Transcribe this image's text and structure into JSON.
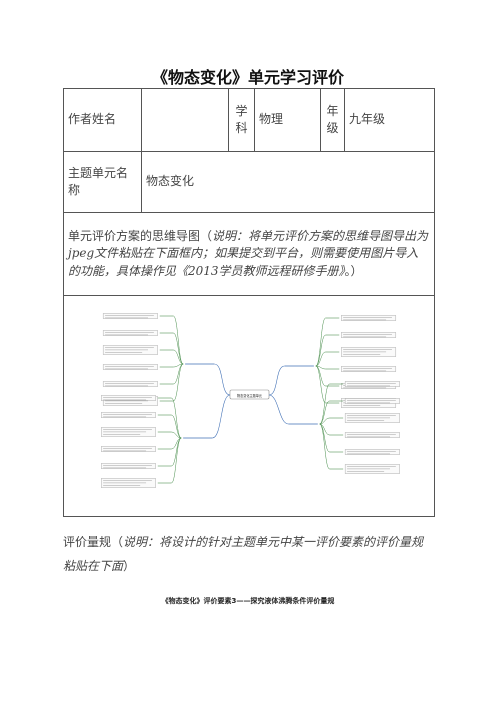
{
  "title": "《物态变化》单元学习评价",
  "row1": {
    "author_label": "作者姓名",
    "author_value": "",
    "subject_label": "学科",
    "subject_value": "物理",
    "grade_label": "年级",
    "grade_value": "九年级"
  },
  "row2": {
    "unit_label": "主题单元名称",
    "unit_value": "物态变化"
  },
  "row3": {
    "heading": "单元评价方案的思维导图（",
    "instruction": "说明：将单元评价方案的思维导图导出为jpeg文件粘贴在下面框内；如果提交到平台，则需要使用图片导入的功能，具体操作见《2013学员教师远程研修手册》",
    "tail": "。）"
  },
  "mindmap": {
    "center": "物态变化主题单元"
  },
  "rubric": {
    "heading": "评价量规（",
    "instruction": "说明：将设计的针对主题单元中某一评价要素的评价量规粘贴在下面",
    "tail": "）"
  },
  "subtitle": "《物态变化》评价要素3——探究液体沸腾条件评价量规",
  "colors": {
    "line": "#2e7d32",
    "branch": "#3f6fb5",
    "box": "#8a8a8a"
  }
}
